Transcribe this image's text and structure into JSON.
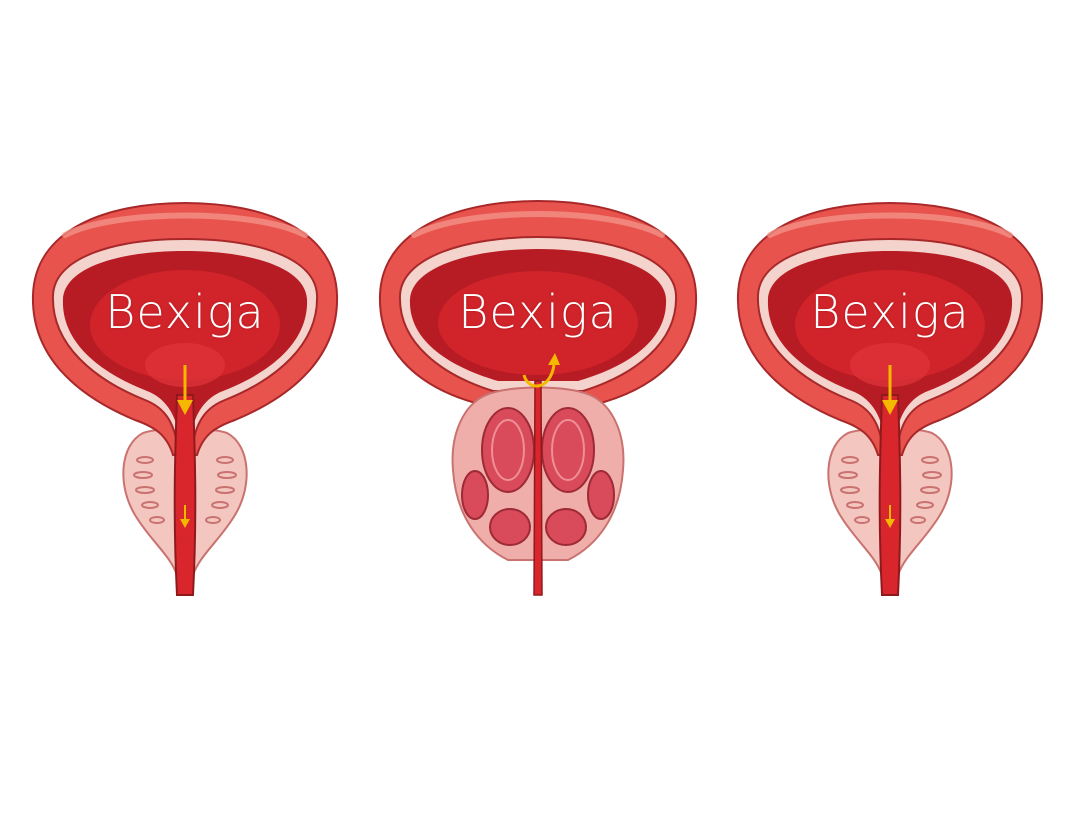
{
  "panels": [
    {
      "label": "Bexiga",
      "prostate": "normal",
      "flow_arrow": "down-arrow-icon"
    },
    {
      "label": "Bexiga",
      "prostate": "enlarged",
      "flow_arrow": "curved-return-arrow-icon"
    },
    {
      "label": "Bexiga",
      "prostate": "normal",
      "flow_arrow": "down-arrow-icon"
    }
  ],
  "colors": {
    "bladder_outer": "#e8534e",
    "bladder_inner": "#b71c25",
    "lumen": "#d8262c",
    "prostate_normal": "#f4c6c0",
    "prostate_enlarged": "#f0aeab",
    "lobe": "#d94a5a",
    "arrow": "#f5b800"
  }
}
